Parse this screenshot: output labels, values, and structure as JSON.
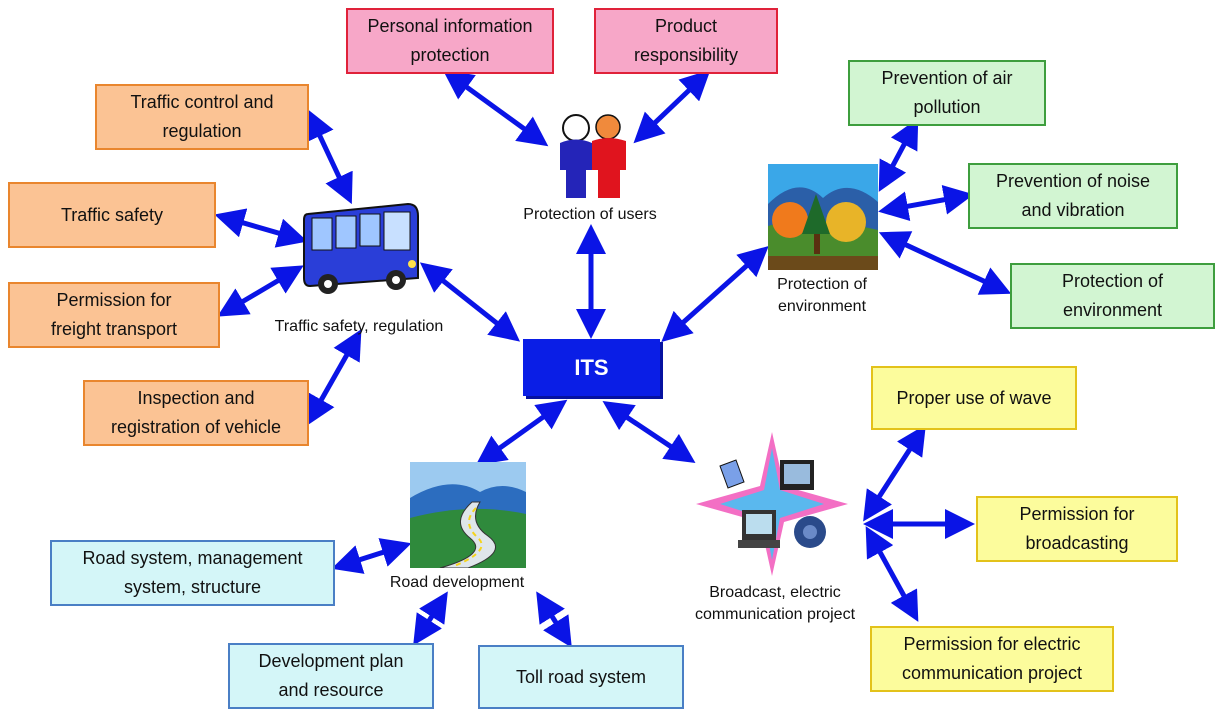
{
  "center": {
    "label": "ITS",
    "color": "#0a1ee6"
  },
  "hubs": {
    "users": "Protection of users",
    "traffic": "Traffic safety, regulation",
    "environment": "Protection of\nenvironment",
    "road": "Road development",
    "broadcast": "Broadcast, electric\ncommunication project"
  },
  "boxes": {
    "personal_info": "Personal information\nprotection",
    "product_resp": "Product\nresponsibility",
    "traffic_control": "Traffic control and\nregulation",
    "traffic_safety": "Traffic safety",
    "freight": "Permission for\nfreight transport",
    "inspection": "Inspection and\nregistration of vehicle",
    "air": "Prevention of air\npollution",
    "noise": "Prevention of noise\nand vibration",
    "env": "Protection of\nenvironment",
    "wave": "Proper use of wave",
    "broadcasting": "Permission for\nbroadcasting",
    "electric": "Permission for electric\ncommunication project",
    "road_system": "Road system, management\nsystem, structure",
    "dev_plan": "Development plan\nand resource",
    "toll": "Toll road system"
  },
  "icons": [
    "people-icon",
    "bus-icon",
    "landscape-icon",
    "road-icon",
    "communication-icon"
  ],
  "colors": {
    "arrow": "#0a14e6",
    "pink": "#f7a7c8",
    "orange": "#fbc394",
    "green": "#d2f5d2",
    "yellow": "#fcfc9c",
    "cyan": "#d4f6f8"
  }
}
